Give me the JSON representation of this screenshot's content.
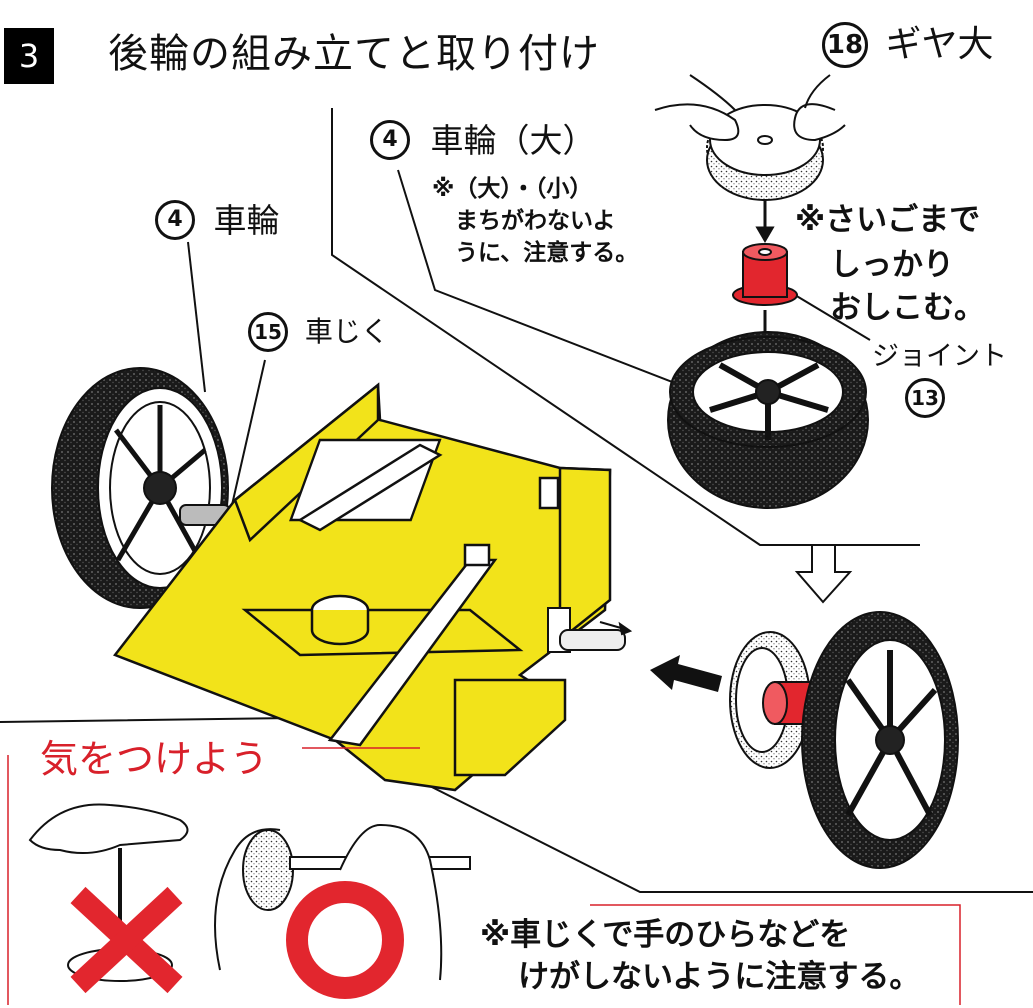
{
  "step": {
    "number": "3",
    "title": "後輪の組み立てと取り付け"
  },
  "labels": {
    "gear_big": {
      "num": "18",
      "text": "ギヤ大"
    },
    "wheel_big": {
      "num": "4",
      "text": "車輪（大）"
    },
    "wheel_note": [
      "※（大）・（小）",
      "まちがわないよ",
      "うに、注意する。"
    ],
    "wheel": {
      "num": "4",
      "text": "車輪"
    },
    "axle": {
      "num": "15",
      "text": "車じく"
    },
    "push_note": [
      "※さいごまで",
      "しっかり",
      "おしこむ。"
    ],
    "joint": {
      "text": "ジョイント",
      "num": "13"
    }
  },
  "caution": {
    "title": "気をつけよう",
    "note": [
      "※車じくで手のひらなどを",
      "けがしないように注意する。"
    ]
  },
  "colors": {
    "chassis": "#f2e31a",
    "joint": "#e2262e",
    "caution_red": "#d8202a",
    "ink": "#111111"
  }
}
